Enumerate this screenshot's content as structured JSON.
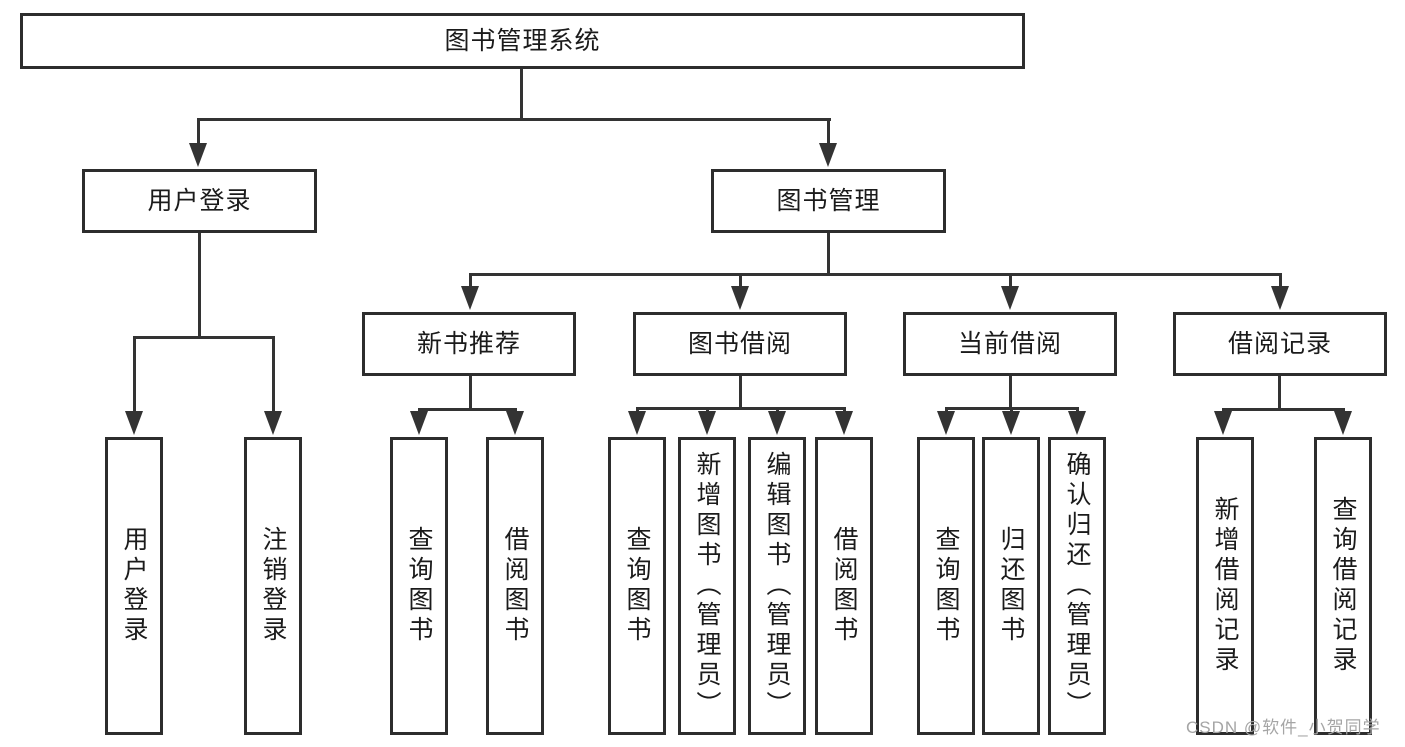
{
  "diagram": {
    "root": {
      "label": "图书管理系统"
    },
    "level2": [
      {
        "label": "用户登录"
      },
      {
        "label": "图书管理"
      }
    ],
    "level3": [
      {
        "label": "新书推荐"
      },
      {
        "label": "图书借阅"
      },
      {
        "label": "当前借阅"
      },
      {
        "label": "借阅记录"
      }
    ],
    "leaves": {
      "login": [
        {
          "label": "用户登录"
        },
        {
          "label": "注销登录"
        }
      ],
      "newbook": [
        {
          "label": "查询图书"
        },
        {
          "label": "借阅图书"
        }
      ],
      "borrow": [
        {
          "label": "查询图书"
        },
        {
          "label": "新增图书（管理员）"
        },
        {
          "label": "编辑图书（管理员）"
        },
        {
          "label": "借阅图书"
        }
      ],
      "current": [
        {
          "label": "查询图书"
        },
        {
          "label": "归还图书"
        },
        {
          "label": "确认归还（管理员）"
        }
      ],
      "records": [
        {
          "label": "新增借阅记录"
        },
        {
          "label": "查询借阅记录"
        }
      ]
    }
  },
  "watermark": {
    "text": "CSDN @软件_小贺同学"
  },
  "colors": {
    "background": "#ffffff",
    "line": "#333333",
    "box_border": "#2d2d2d",
    "text": "#1b1b1b",
    "watermark": "#a5a5a5"
  }
}
